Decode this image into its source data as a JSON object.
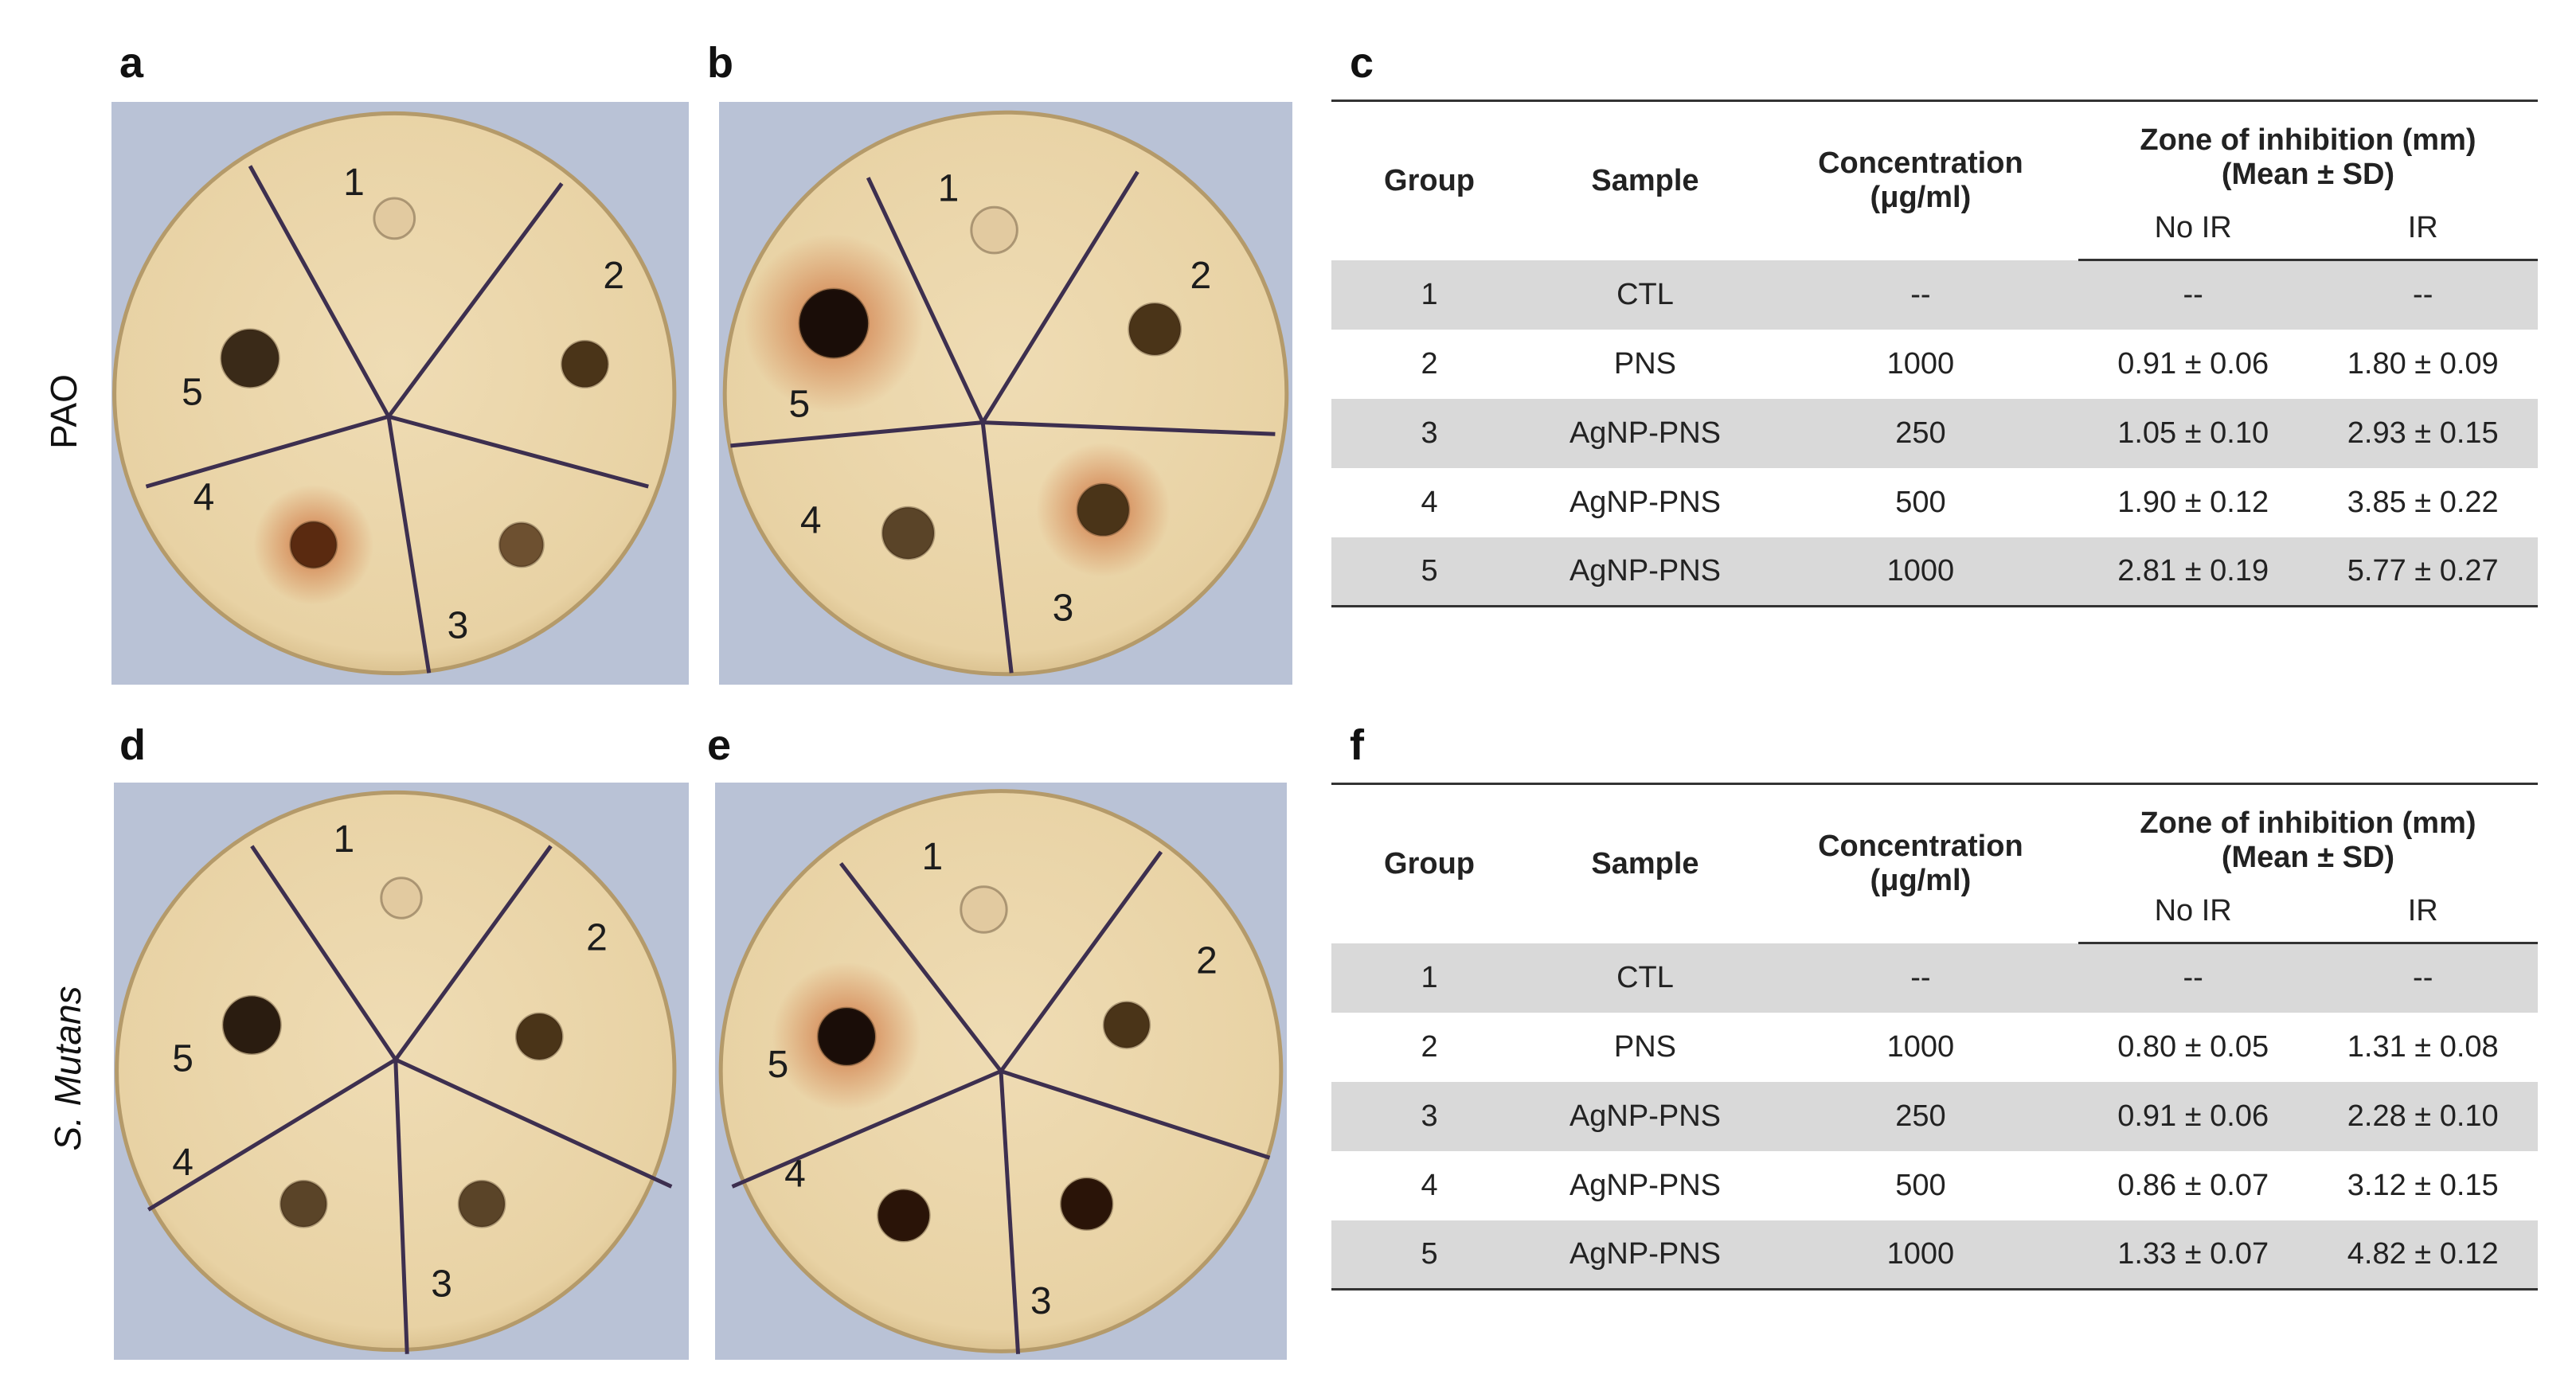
{
  "panels": {
    "a": "a",
    "b": "b",
    "c": "c",
    "d": "d",
    "e": "e",
    "f": "f"
  },
  "row_labels": {
    "top": "PAO",
    "bottom": "S. Mutans"
  },
  "plate_sector_numbers": [
    "1",
    "2",
    "3",
    "4",
    "5"
  ],
  "colors": {
    "plate_bg": "#b9c2d6",
    "agar": "#e8d2a4",
    "marker_line": "#3d2f4f",
    "table_band": "#d9d9d9"
  },
  "tables": [
    {
      "id": "c",
      "headers": {
        "group": "Group",
        "sample": "Sample",
        "concentration": "Concentration",
        "concentration_unit": "(μg/ml)",
        "zone": "Zone of inhibition (mm)",
        "zone_stat": "(Mean ± SD)",
        "no_ir": "No IR",
        "ir": "IR"
      },
      "rows": [
        {
          "group": "1",
          "sample": "CTL",
          "concentration": "--",
          "no_ir": "--",
          "ir": "--"
        },
        {
          "group": "2",
          "sample": "PNS",
          "concentration": "1000",
          "no_ir": "0.91 ± 0.06",
          "ir": "1.80 ± 0.09"
        },
        {
          "group": "3",
          "sample": "AgNP-PNS",
          "concentration": "250",
          "no_ir": "1.05 ± 0.10",
          "ir": "2.93 ± 0.15"
        },
        {
          "group": "4",
          "sample": "AgNP-PNS",
          "concentration": "500",
          "no_ir": "1.90 ± 0.12",
          "ir": "3.85 ± 0.22"
        },
        {
          "group": "5",
          "sample": "AgNP-PNS",
          "concentration": "1000",
          "no_ir": "2.81 ± 0.19",
          "ir": "5.77 ± 0.27"
        }
      ]
    },
    {
      "id": "f",
      "headers": {
        "group": "Group",
        "sample": "Sample",
        "concentration": "Concentration",
        "concentration_unit": "(μg/ml)",
        "zone": "Zone of inhibition (mm)",
        "zone_stat": "(Mean ± SD)",
        "no_ir": "No IR",
        "ir": "IR"
      },
      "rows": [
        {
          "group": "1",
          "sample": "CTL",
          "concentration": "--",
          "no_ir": "--",
          "ir": "--"
        },
        {
          "group": "2",
          "sample": "PNS",
          "concentration": "1000",
          "no_ir": "0.80 ± 0.05",
          "ir": "1.31 ± 0.08"
        },
        {
          "group": "3",
          "sample": "AgNP-PNS",
          "concentration": "250",
          "no_ir": "0.91 ± 0.06",
          "ir": "2.28 ± 0.10"
        },
        {
          "group": "4",
          "sample": "AgNP-PNS",
          "concentration": "500",
          "no_ir": "0.86 ± 0.07",
          "ir": "3.12 ± 0.15"
        },
        {
          "group": "5",
          "sample": "AgNP-PNS",
          "concentration": "1000",
          "no_ir": "1.33 ± 0.07",
          "ir": "4.82 ± 0.12"
        }
      ]
    }
  ]
}
